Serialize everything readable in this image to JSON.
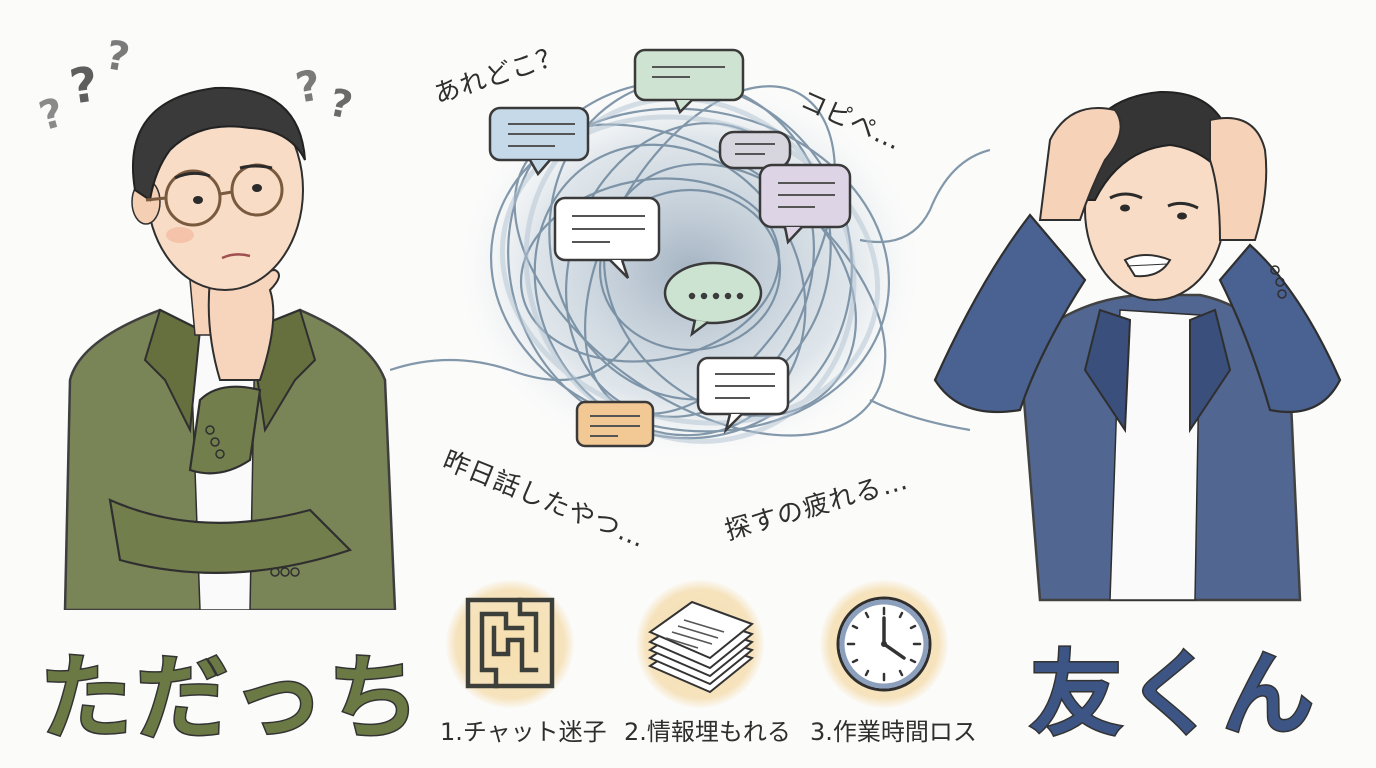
{
  "characters": {
    "left": {
      "name": "ただっち",
      "jacket_color": "#6f7a4a",
      "label_color": "#6b7a45",
      "pose": "thinking, hand on chin, glasses"
    },
    "right": {
      "name": "友くん",
      "jacket_color": "#3f5685",
      "label_color": "#3d5584",
      "pose": "frustrated, hands on head"
    }
  },
  "question_marks": [
    "?",
    "?",
    "?",
    "?",
    "?"
  ],
  "captions": {
    "top_left": "あれどこ？",
    "top_right": "コピペ…",
    "bottom_left": "昨日話したやつ…",
    "bottom_right": "探すの疲れる…"
  },
  "tangle": {
    "bubbles": [
      {
        "color": "#cfe3d3",
        "content": "lines"
      },
      {
        "color": "#c6d9e8",
        "content": "lines"
      },
      {
        "color": "#d7d6df",
        "content": "lines"
      },
      {
        "color": "#ffffff",
        "content": "lines"
      },
      {
        "color": "#ddd5e6",
        "content": "lines"
      },
      {
        "color": "#cde3d2",
        "content": "dots"
      },
      {
        "color": "#ffffff",
        "content": "lines"
      },
      {
        "color": "#f2c994",
        "content": "lines"
      }
    ],
    "string_color": "#7f98ae"
  },
  "problems": [
    {
      "icon": "maze-icon",
      "label": "1.チャット迷子"
    },
    {
      "icon": "document-stack-icon",
      "label": "2.情報埋もれる"
    },
    {
      "icon": "clock-icon",
      "label": "3.作業時間ロス"
    }
  ]
}
